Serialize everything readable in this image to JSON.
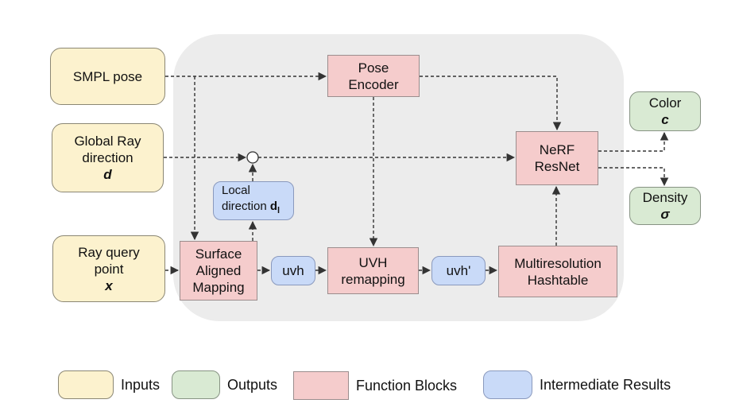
{
  "diagram": {
    "nodes": {
      "smpl_pose": {
        "label": "SMPL pose",
        "type": "input"
      },
      "global_ray_direction": {
        "line1": "Global Ray",
        "line2": "direction",
        "symbol": "d",
        "type": "input"
      },
      "ray_query_point": {
        "line1": "Ray query",
        "line2": "point",
        "symbol": "x",
        "type": "input"
      },
      "pose_encoder": {
        "line1": "Pose",
        "line2": "Encoder",
        "type": "function"
      },
      "local_direction": {
        "line1": "Local",
        "line2": "direction",
        "symbol": "d",
        "subscript": "l",
        "type": "intermediate"
      },
      "surface_aligned_mapping": {
        "line1": "Surface",
        "line2": "Aligned",
        "line3": "Mapping",
        "type": "function"
      },
      "uvh": {
        "label": "uvh",
        "type": "intermediate"
      },
      "uvh_remapping": {
        "line1": "UVH",
        "line2": "remapping",
        "type": "function"
      },
      "uvh_prime": {
        "label": "uvh'",
        "type": "intermediate"
      },
      "multiresolution_hashtable": {
        "line1": "Multiresolution",
        "line2": "Hashtable",
        "type": "function"
      },
      "nerf_resnet": {
        "line1": "NeRF",
        "line2": "ResNet",
        "type": "function"
      },
      "color_output": {
        "line1": "Color",
        "symbol": "c",
        "type": "output"
      },
      "density_output": {
        "line1": "Density",
        "symbol": "σ",
        "type": "output"
      }
    },
    "connectors": [
      "smpl_pose -> pose_encoder",
      "smpl_pose -> surface_aligned_mapping",
      "pose_encoder -> nerf_resnet",
      "pose_encoder -> uvh_remapping",
      "global_ray_direction -> concat_node",
      "local_direction -> concat_node",
      "concat_node -> nerf_resnet",
      "surface_aligned_mapping -> local_direction",
      "ray_query_point -> surface_aligned_mapping",
      "surface_aligned_mapping -> uvh",
      "uvh -> uvh_remapping",
      "uvh_remapping -> uvh_prime",
      "uvh_prime -> multiresolution_hashtable",
      "multiresolution_hashtable -> nerf_resnet",
      "nerf_resnet -> color_output",
      "nerf_resnet -> density_output"
    ],
    "legend": {
      "items": [
        {
          "label": "Inputs",
          "swatch": "input"
        },
        {
          "label": "Outputs",
          "swatch": "output"
        },
        {
          "label": "Function Blocks",
          "swatch": "function"
        },
        {
          "label": "Intermediate Results",
          "swatch": "intermediate"
        }
      ]
    }
  },
  "colors": {
    "background": "#ffffff",
    "container_fill": "#ececec",
    "input_fill": "#fcf2ce",
    "input_border": "#8b8774",
    "output_fill": "#d9ead3",
    "output_border": "#879383",
    "function_fill": "#f5cccc",
    "function_border": "#9b8d8d",
    "intermediate_fill": "#c9daf8",
    "intermediate_border": "#8a99bd",
    "connector": "#333333"
  }
}
